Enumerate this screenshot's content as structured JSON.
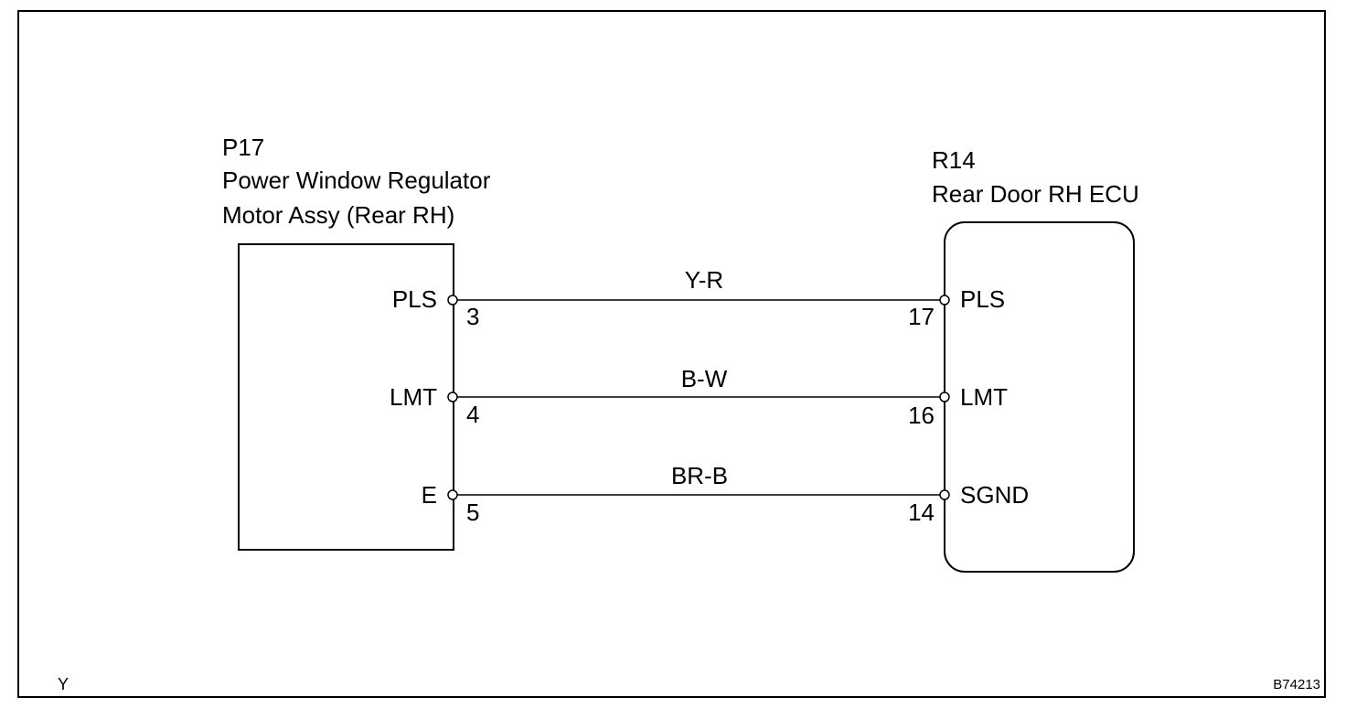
{
  "left_component": {
    "id": "P17",
    "name_line1": "Power Window Regulator",
    "name_line2": "Motor Assy (Rear RH)",
    "pins": [
      {
        "label": "PLS",
        "number": "3"
      },
      {
        "label": "LMT",
        "number": "4"
      },
      {
        "label": "E",
        "number": "5"
      }
    ]
  },
  "right_component": {
    "id": "R14",
    "name": "Rear Door RH ECU",
    "pins": [
      {
        "label": "PLS",
        "number": "17"
      },
      {
        "label": "LMT",
        "number": "16"
      },
      {
        "label": "SGND",
        "number": "14"
      }
    ]
  },
  "wires": [
    {
      "color_code": "Y-R"
    },
    {
      "color_code": "B-W"
    },
    {
      "color_code": "BR-B"
    }
  ],
  "footer": {
    "corner_letter": "Y",
    "figure_code": "B74213"
  }
}
